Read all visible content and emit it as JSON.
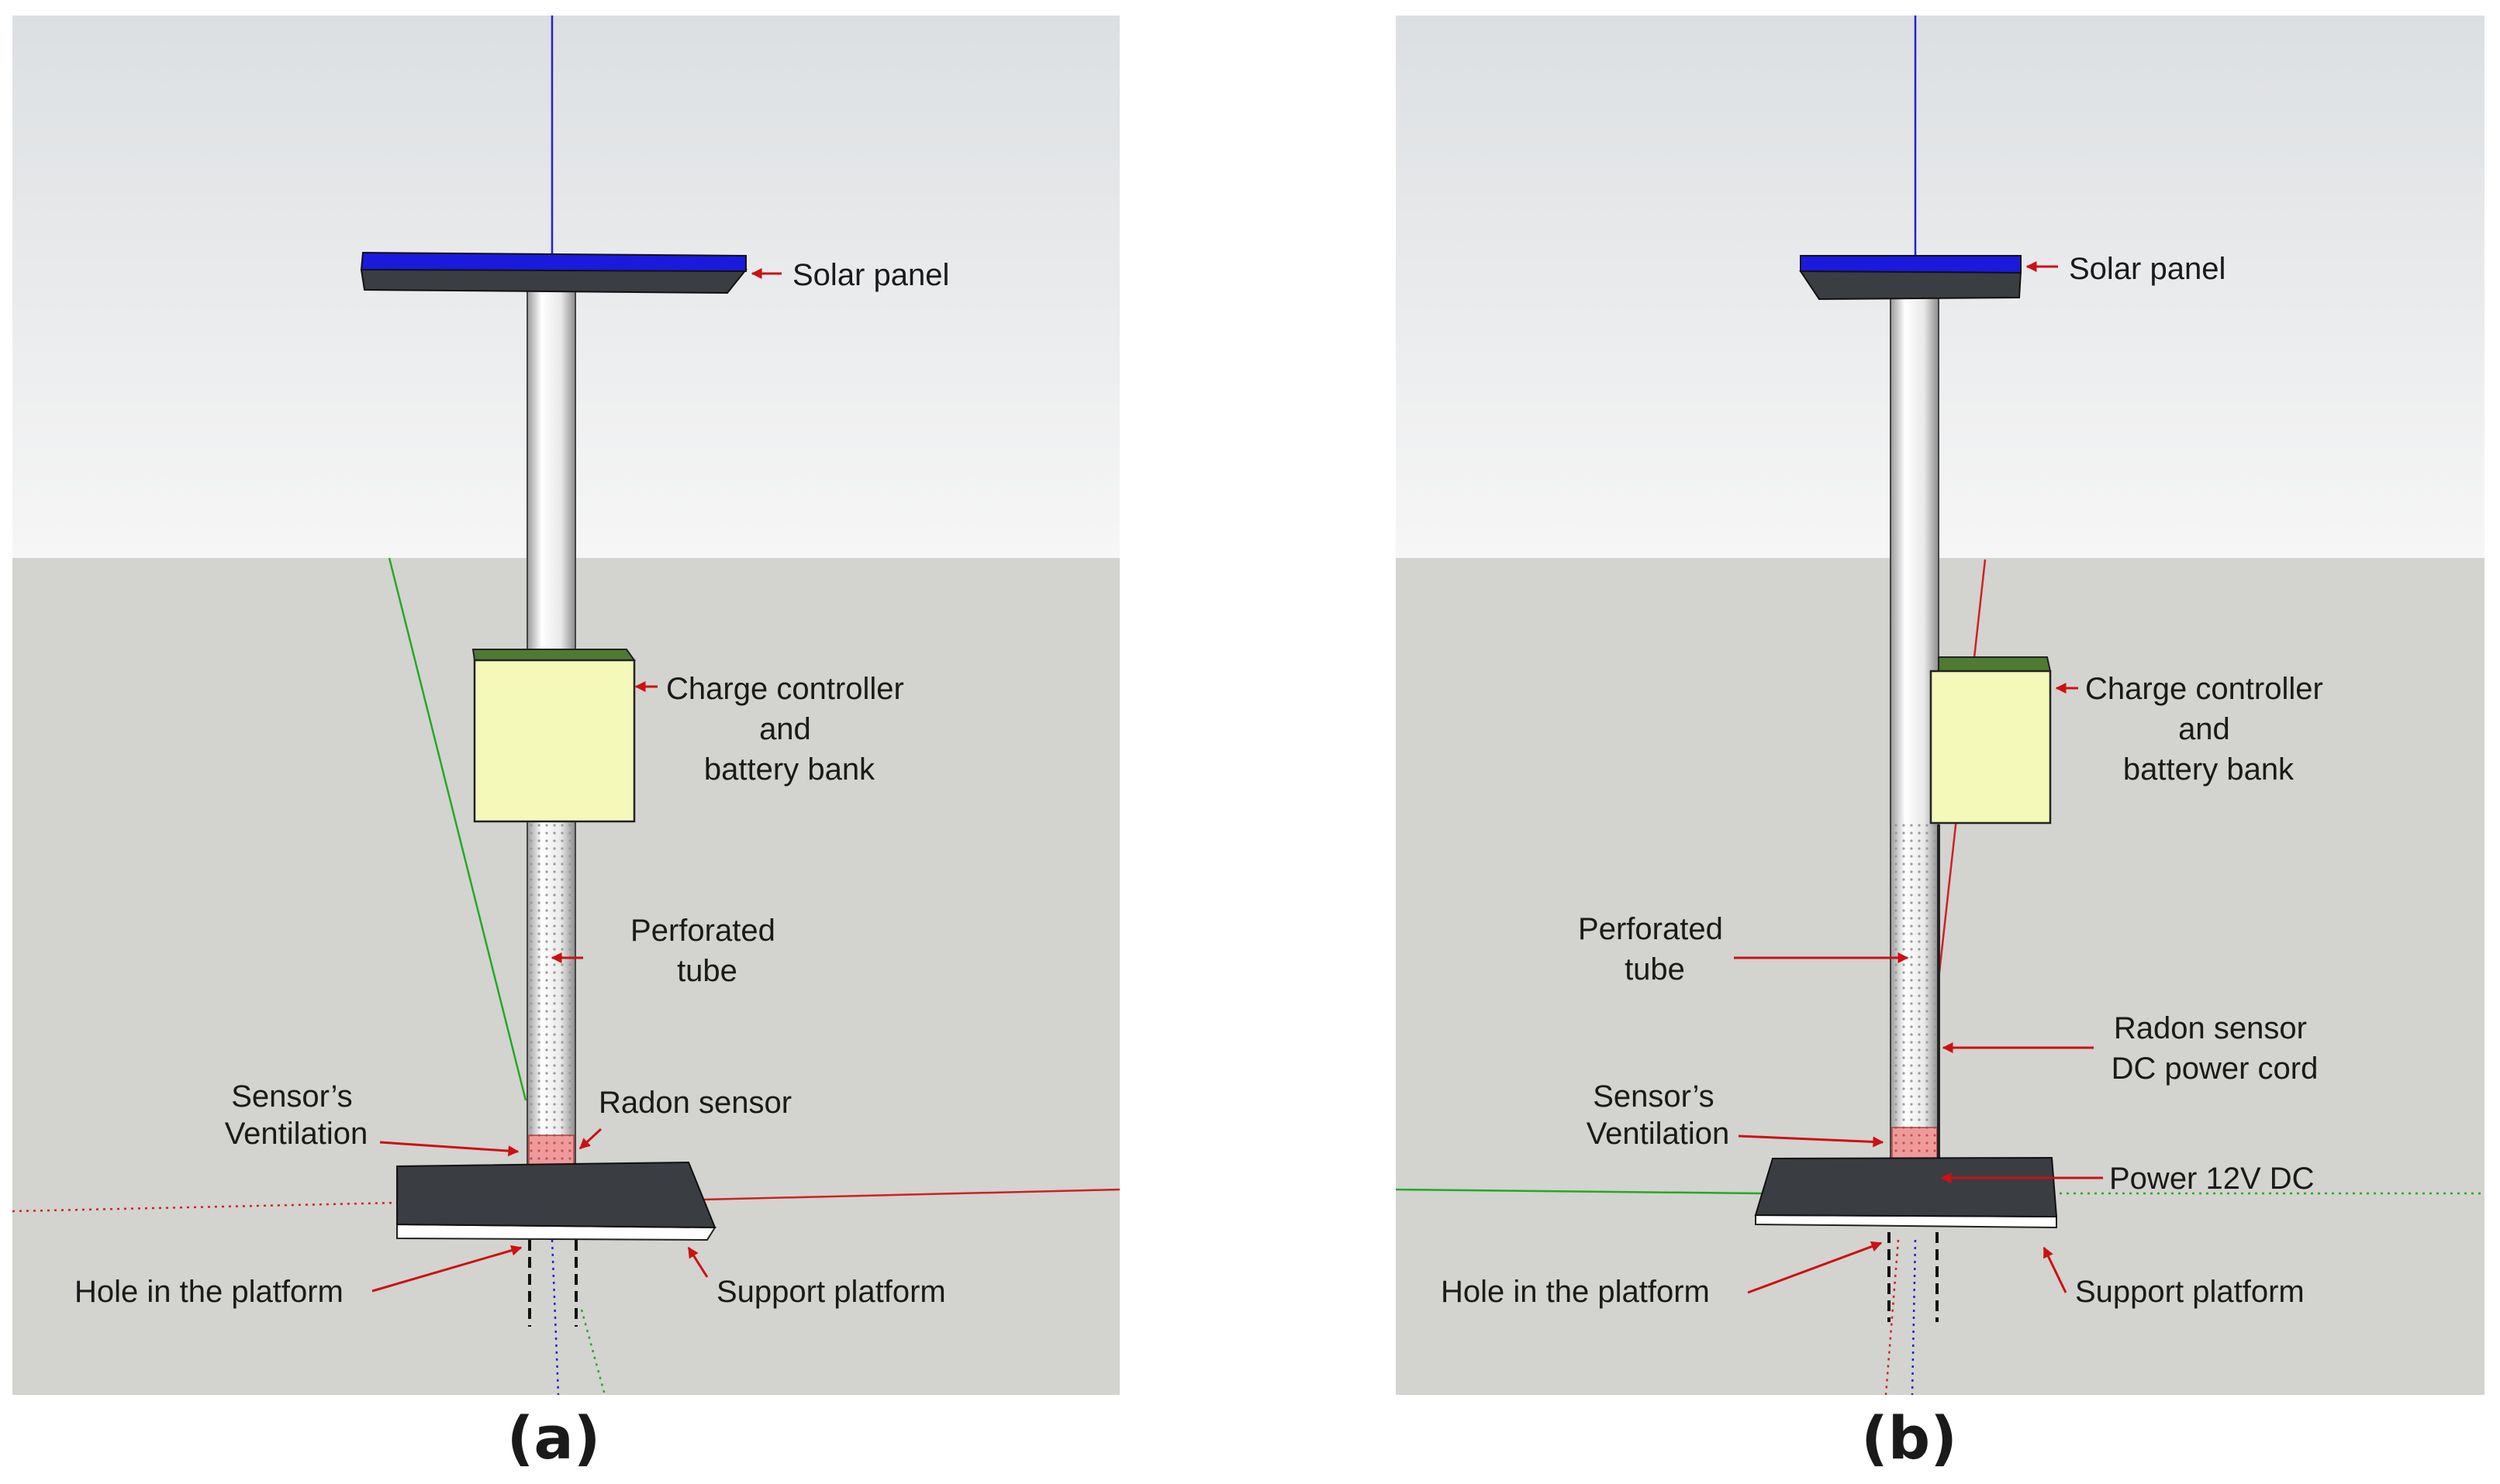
{
  "panels": [
    {
      "caption": "(a)",
      "labels": {
        "solar_panel": "Solar panel",
        "charge_controller": [
          "Charge controller",
          "and",
          "battery bank"
        ],
        "perforated_tube": [
          "Perforated",
          "tube"
        ],
        "radon_sensor": "Radon sensor",
        "sensor_ventilation": [
          "Sensor’s",
          "Ventilation"
        ],
        "hole": "Hole in the platform",
        "support_platform": "Support platform"
      }
    },
    {
      "caption": "(b)",
      "labels": {
        "solar_panel": "Solar panel",
        "charge_controller": [
          "Charge controller",
          "and",
          "battery bank"
        ],
        "perforated_tube": [
          "Perforated",
          "tube"
        ],
        "radon_power_cord": [
          "Radon sensor",
          "DC power cord"
        ],
        "sensor_ventilation": [
          "Sensor’s",
          "Ventilation"
        ],
        "power": "Power 12V DC",
        "hole": "Hole in the platform",
        "support_platform": "Support platform"
      }
    }
  ],
  "colors": {
    "solar_panel": "#1a1adc",
    "box_face": "#f4f8b8",
    "box_top": "#4e7a32",
    "ground": "#d3d3cf",
    "arrow": "#cc1111",
    "sensor": "#e88a8a"
  }
}
